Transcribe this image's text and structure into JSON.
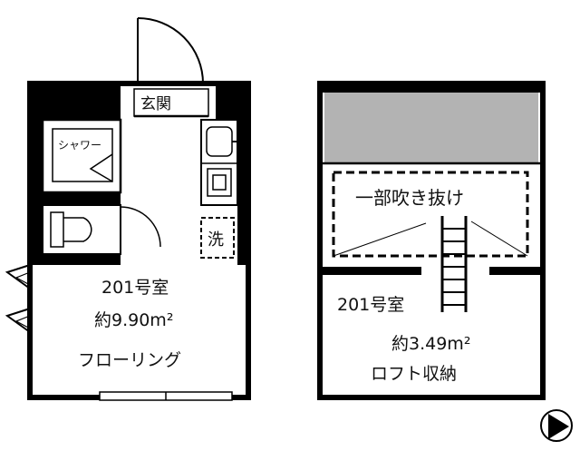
{
  "plans": {
    "main": {
      "entrance": "玄関",
      "shower": "シャワー",
      "washer": "洗",
      "room_name": "201号室",
      "room_size": "約9.90m²",
      "flooring": "フローリング"
    },
    "loft": {
      "open_ceiling": "一部吹き抜け",
      "room_name": "201号室",
      "size": "約3.49m²",
      "storage": "ロフト収納"
    }
  },
  "compass": {
    "icon": "north-arrow-icon"
  },
  "colors": {
    "wall": "#000000",
    "shade": "#b3b3b3",
    "background": "#ffffff"
  }
}
